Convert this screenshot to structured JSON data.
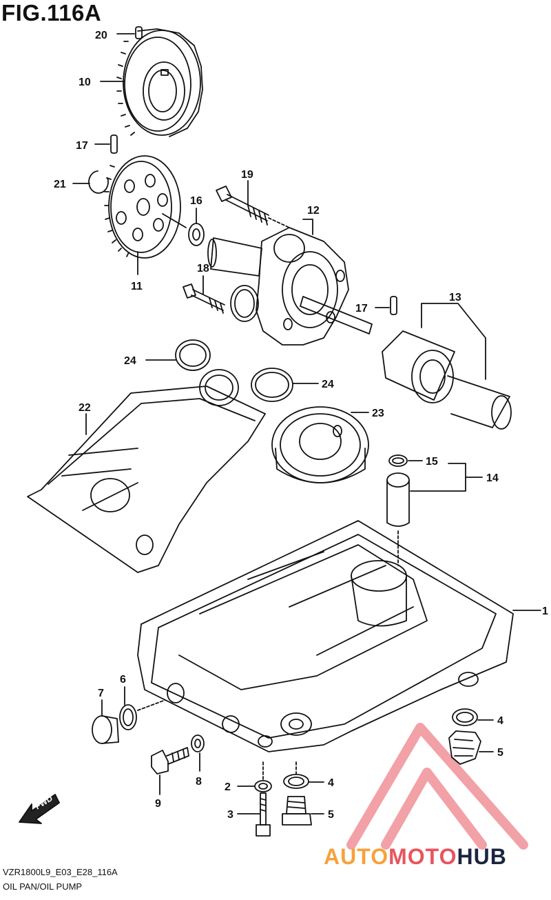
{
  "figure": {
    "title": "FIG.116A",
    "code": "VZR1800L9_E03_E28_116A",
    "name": "OIL PAN/OIL PUMP"
  },
  "fwd_label": "FWD",
  "watermark": {
    "part1": "AUTO",
    "part2": "MOTO",
    "part3": "HUB",
    "colors": {
      "auto": "#f6a23c",
      "moto": "#e8555f",
      "hub": "#1b2540",
      "logo": "#e8555f"
    }
  },
  "callouts": {
    "c1": "1",
    "c2": "2",
    "c3": "3",
    "c4a": "4",
    "c4b": "4",
    "c5a": "5",
    "c5b": "5",
    "c6": "6",
    "c7": "7",
    "c8": "8",
    "c9": "9",
    "c10": "10",
    "c11": "11",
    "c12": "12",
    "c13": "13",
    "c14": "14",
    "c15": "15",
    "c16": "16",
    "c17a": "17",
    "c17b": "17",
    "c18": "18",
    "c19": "19",
    "c20": "20",
    "c21": "21",
    "c22": "22",
    "c23": "23",
    "c24a": "24",
    "c24b": "24"
  }
}
